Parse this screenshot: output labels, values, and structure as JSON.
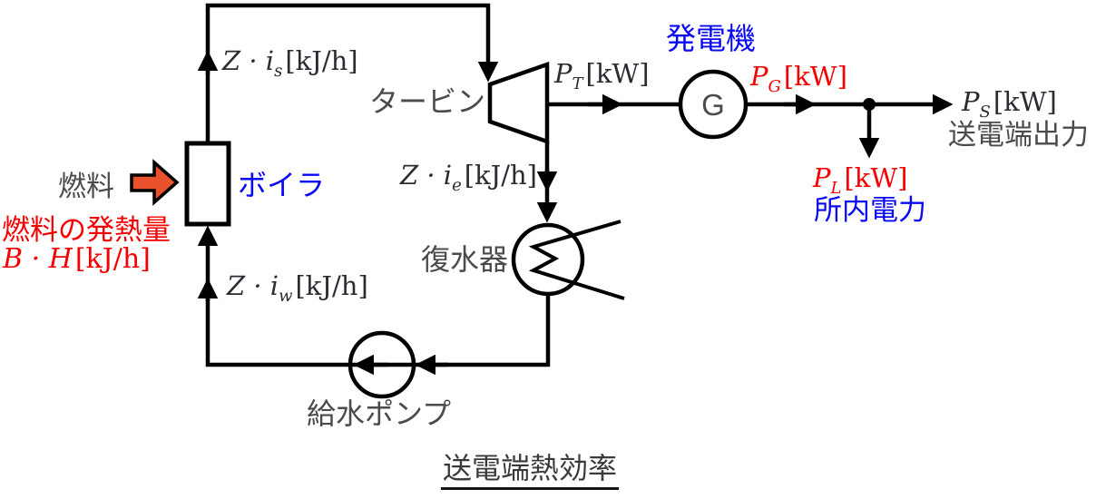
{
  "title": "送電端熱効率",
  "colors": {
    "line": "#000000",
    "component_text": "#4b4b4b",
    "math_text": "#2b2b33",
    "blue_text": "#0808f5",
    "red_text": "#f50000",
    "fuel_arrow_fill": "#e8512b"
  },
  "components": {
    "boiler": {
      "label": "ボイラ"
    },
    "turbine": {
      "label": "タービン"
    },
    "generator": {
      "label": "発電機",
      "symbol": "G"
    },
    "condenser": {
      "label": "復水器"
    },
    "feed_pump": {
      "label": "給水ポンプ"
    },
    "fuel": {
      "label": "燃料"
    }
  },
  "flows": {
    "fuel_heat": {
      "caption": "燃料の発熱量",
      "expr": "B · H",
      "unit": "[kJ/h]"
    },
    "steam_main": {
      "expr": "Z · i",
      "sub": "s",
      "unit": "[kJ/h]"
    },
    "steam_exhaust": {
      "expr": "Z · i",
      "sub": "e",
      "unit": "[kJ/h]"
    },
    "feedwater": {
      "expr": "Z · i",
      "sub": "w",
      "unit": "[kJ/h]"
    },
    "turbine_power": {
      "expr": "P",
      "sub": "T",
      "unit": "[kW]"
    },
    "generator_power": {
      "expr": "P",
      "sub": "G",
      "unit": "[kW]"
    },
    "sent_power": {
      "expr": "P",
      "sub": "S",
      "unit": "[kW]",
      "caption": "送電端出力"
    },
    "station_power": {
      "expr": "P",
      "sub": "L",
      "unit": "[kW]",
      "caption": "所内電力"
    }
  }
}
